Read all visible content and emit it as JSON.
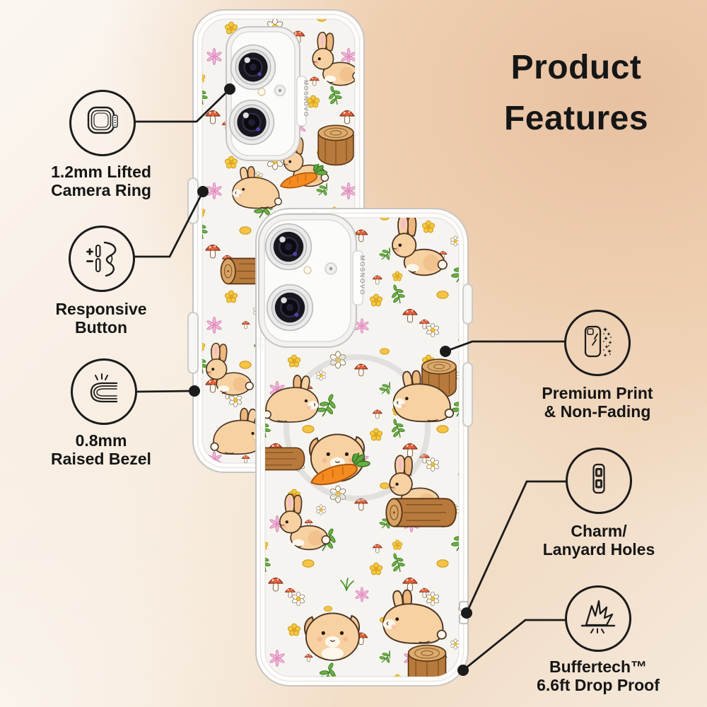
{
  "title": {
    "line1": "Product",
    "line2": "Features"
  },
  "brand": "MOSNOVO",
  "features": [
    {
      "id": "camera-ring",
      "icon": "camera-ring-icon",
      "lines": [
        "1.2mm Lifted",
        "Camera Ring"
      ]
    },
    {
      "id": "responsive-button",
      "icon": "responsive-button-icon",
      "lines": [
        "Responsive",
        "Button"
      ]
    },
    {
      "id": "raised-bezel",
      "icon": "raised-bezel-icon",
      "lines": [
        "0.8mm",
        "Raised Bezel"
      ]
    },
    {
      "id": "premium-print",
      "icon": "premium-print-icon",
      "lines": [
        "Premium Print",
        "& Non-Fading"
      ]
    },
    {
      "id": "charm-holes",
      "icon": "charm-lanyard-holes-icon",
      "lines": [
        "Charm/",
        "Lanyard Holes"
      ]
    },
    {
      "id": "drop-proof",
      "icon": "drop-proof-icon",
      "lines": [
        "Buffertech™",
        "6.6ft Drop Proof"
      ]
    }
  ],
  "scene": {
    "phones": 2,
    "print_theme": "bunnies, carrots, logs, mushrooms and flowers on a clear case"
  },
  "colors": {
    "background_peach": "#e7c1a1",
    "background_light": "#faf5ef",
    "line": "#1b1b1b",
    "text": "#151515",
    "bunny": "#f7d1a1",
    "bunny_shade": "#edb77e",
    "carrot": "#f58a20",
    "leaf_green": "#5ba33c",
    "mushroom_red": "#e8603a",
    "log_brown": "#b77a3c",
    "flower_yellow": "#f5c93e",
    "flower_pink": "#f3b7da",
    "case_clear": "#ffffff"
  }
}
